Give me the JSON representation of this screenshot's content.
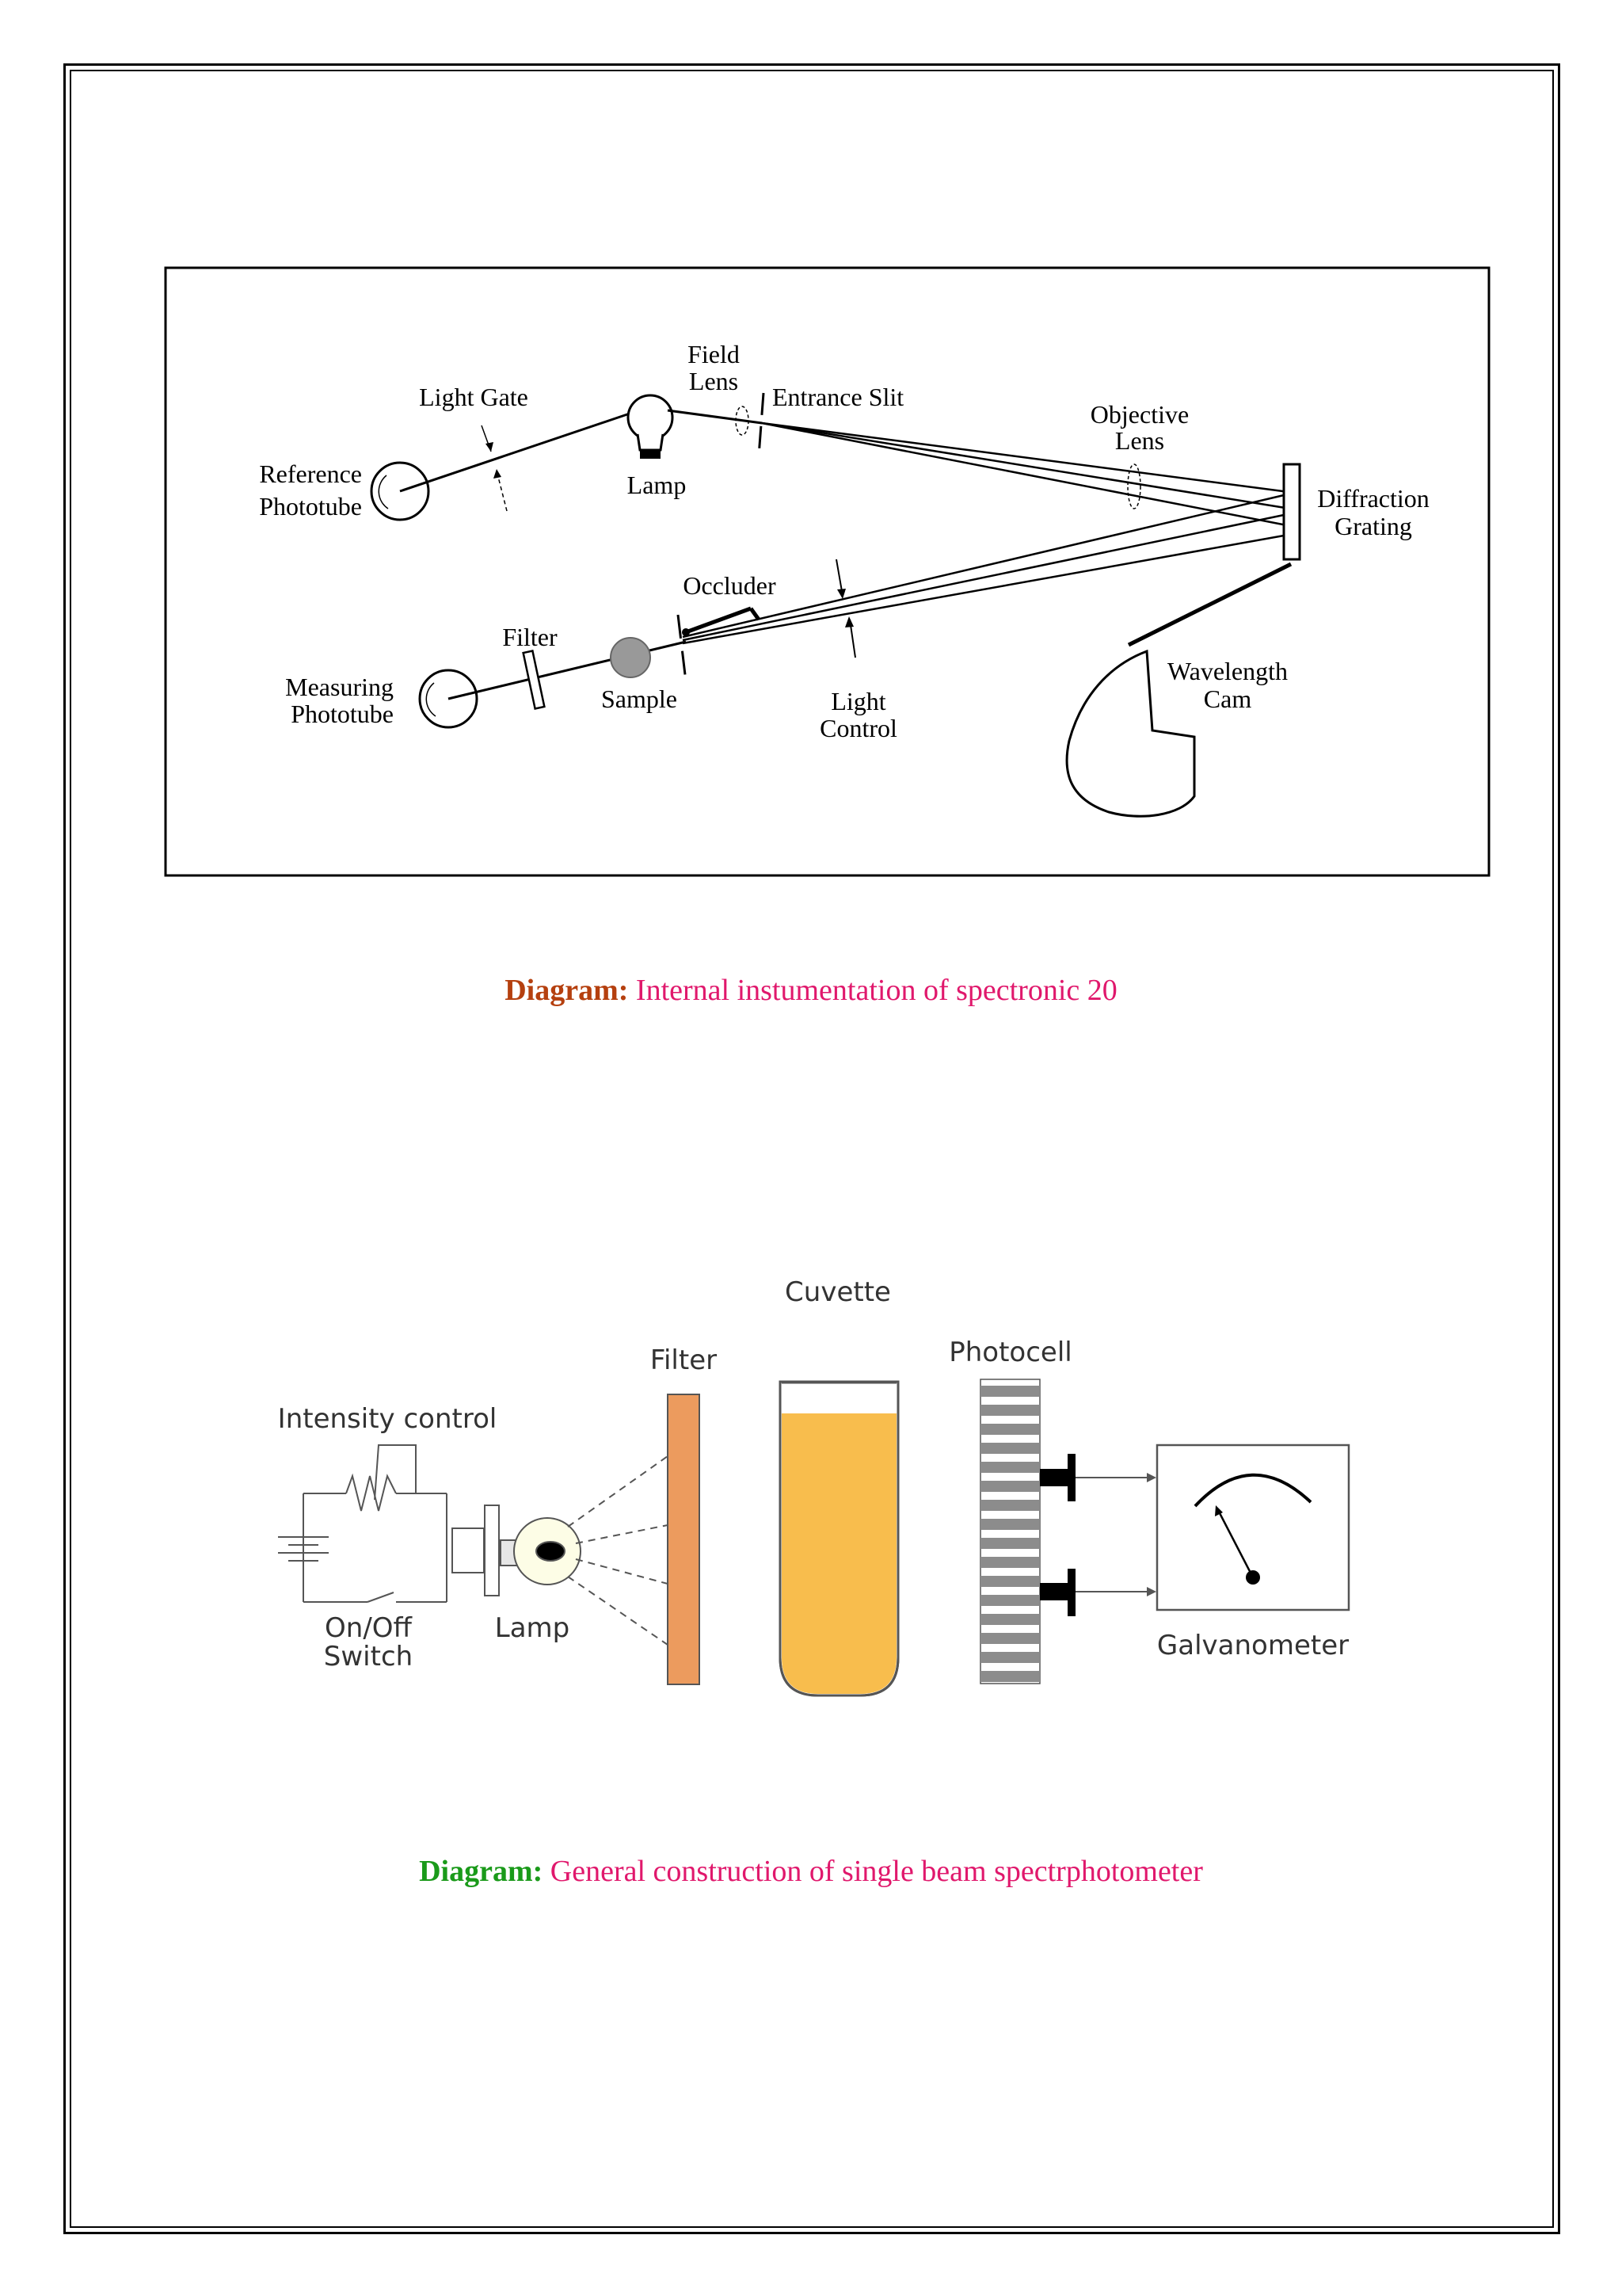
{
  "diagram1": {
    "labels": {
      "field_lens": [
        "Field",
        "Lens"
      ],
      "light_gate": "Light Gate",
      "entrance_slit": "Entrance Slit",
      "objective_lens": [
        "Objective",
        "Lens"
      ],
      "reference_phototube": [
        "Reference",
        "Phototube"
      ],
      "lamp": "Lamp",
      "diffraction_grating": [
        "Diffraction",
        "Grating"
      ],
      "occluder": "Occluder",
      "filter": "Filter",
      "measuring_phototube": [
        "Measuring",
        "Phototube"
      ],
      "sample": "Sample",
      "light_control": [
        "Light",
        "Control"
      ],
      "wavelength_cam": [
        "Wavelength",
        "Cam"
      ]
    },
    "caption": {
      "label": "Diagram:",
      "text": "Internal instumentation of spectronic 20",
      "label_color": "#b5400f",
      "text_color": "#e0186c"
    }
  },
  "diagram2": {
    "labels": {
      "cuvette": "Cuvette",
      "filter": "Filter",
      "photocell": "Photocell",
      "intensity_control": "Intensity control",
      "on_off_switch": [
        "On/Off",
        "Switch"
      ],
      "lamp": "Lamp",
      "galvanometer": "Galvanometer"
    },
    "colors": {
      "filter_fill": "#ec9b5e",
      "cuvette_liquid": "#f8bd4d",
      "photocell_stripe": "#8c8c8c"
    },
    "caption": {
      "label": "Diagram:",
      "text": "General construction of single beam spectrphotometer",
      "label_color": "#1a9a1a",
      "text_color": "#e0186c"
    }
  }
}
